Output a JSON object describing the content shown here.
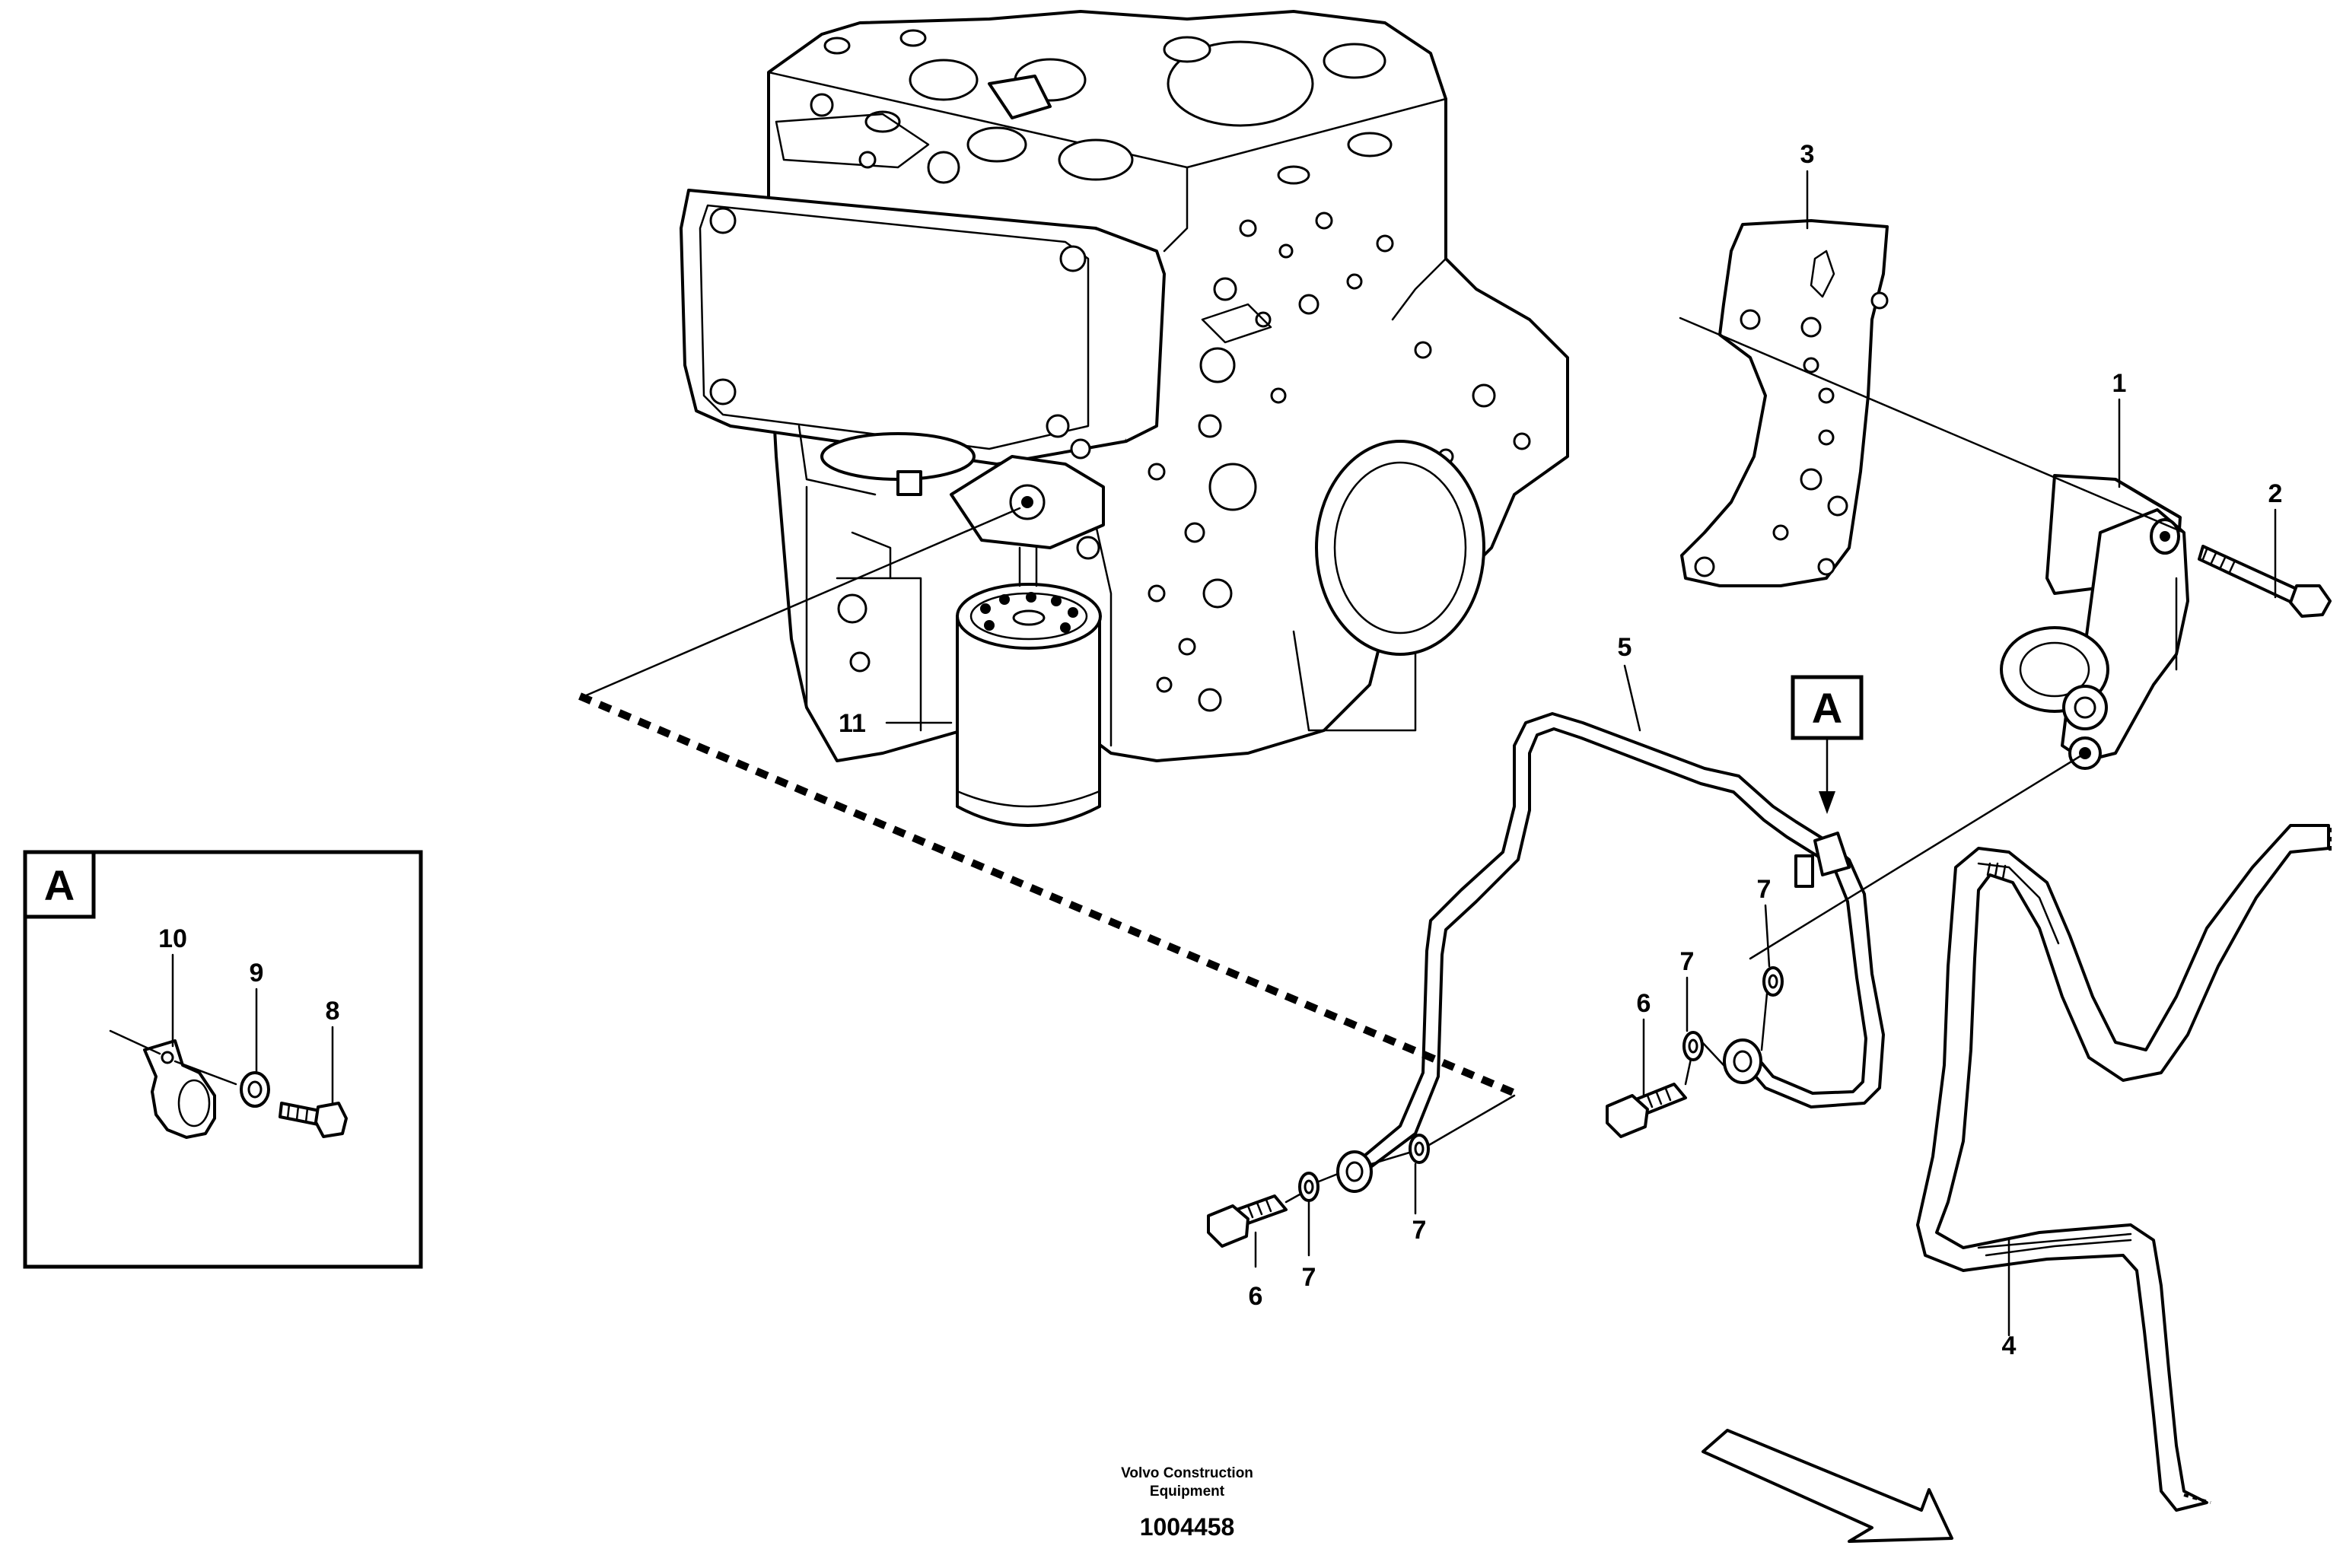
{
  "callouts": {
    "c1": "1",
    "c2": "2",
    "c3": "3",
    "c4": "4",
    "c5": "5",
    "c6a": "6",
    "c6b": "6",
    "c7a": "7",
    "c7b": "7",
    "c7c": "7",
    "c7d": "7",
    "c11": "11",
    "c10": "10",
    "c9": "9",
    "c8": "8"
  },
  "detail_marker": "A",
  "detail_box_label": "A",
  "footer": {
    "line1": "Volvo Construction",
    "line2": "Equipment",
    "drawing_number": "1004458"
  }
}
